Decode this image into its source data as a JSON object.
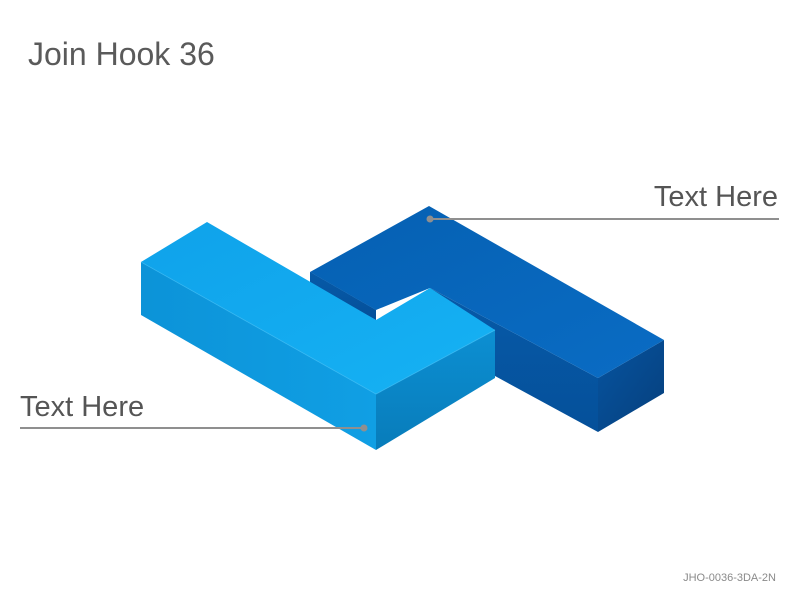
{
  "slide": {
    "title": "Join Hook 36",
    "footer_code": "JHO-0036-3DA-2N"
  },
  "callouts": [
    {
      "text": "Text Here",
      "target": "dark-blue-block"
    },
    {
      "text": "Text Here",
      "target": "light-blue-block"
    }
  ],
  "colors": {
    "dark_top": "#0662b5",
    "dark_front": "#0757a4",
    "dark_side": "#06488a",
    "dark_inner": "#05519a",
    "light_top": "#11a9ee",
    "light_front": "#0c96db",
    "light_side": "#0a87c7",
    "leader_line": "#8f8f8f",
    "title_text": "#5a5a5a"
  }
}
